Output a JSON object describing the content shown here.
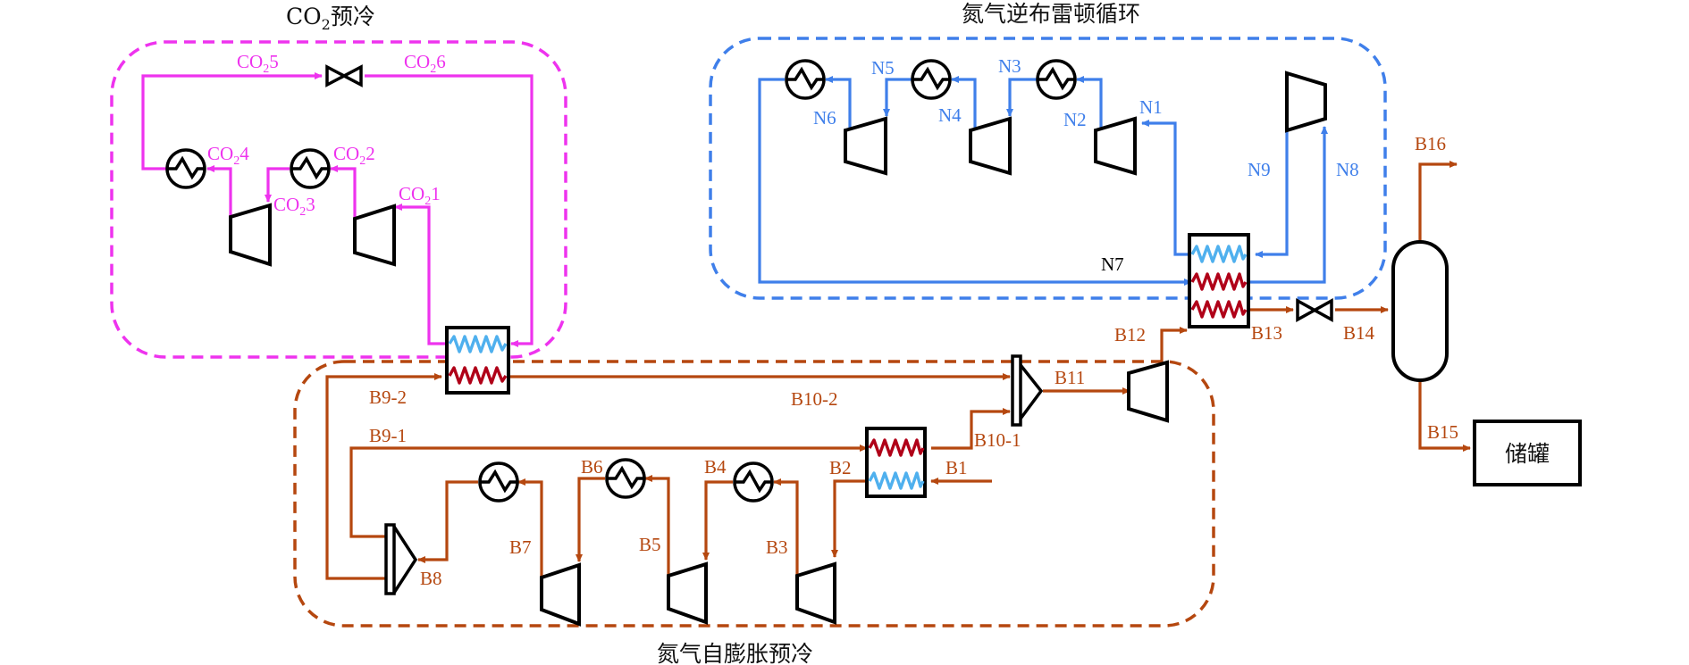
{
  "colors": {
    "co2": "#ee33ee",
    "nitrogen_cycle": "#3f7fea",
    "nitrogen_expansion": "#b5470f",
    "cold_coil": "#4fb0ee",
    "hot_coil": "#b00018",
    "equipment": "#000000"
  },
  "regions": {
    "co2_precooling": {
      "title_prefix": "CO",
      "title_sub": "2",
      "title_suffix": "预冷"
    },
    "nitrogen_reverse_brayton": {
      "title": "氮气逆布雷顿循环"
    },
    "nitrogen_self_expansion": {
      "title": "氮气自膨胀预冷"
    }
  },
  "streams": {
    "co2": [
      {
        "pre": "CO",
        "sub": "2",
        "num": "1"
      },
      {
        "pre": "CO",
        "sub": "2",
        "num": "2"
      },
      {
        "pre": "CO",
        "sub": "2",
        "num": "3"
      },
      {
        "pre": "CO",
        "sub": "2",
        "num": "4"
      },
      {
        "pre": "CO",
        "sub": "2",
        "num": "5"
      },
      {
        "pre": "CO",
        "sub": "2",
        "num": "6"
      }
    ],
    "nitrogen_cycle": [
      "N1",
      "N2",
      "N3",
      "N4",
      "N5",
      "N6",
      "N7",
      "N8",
      "N9"
    ],
    "nitrogen_expansion": [
      "B1",
      "B2",
      "B3",
      "B4",
      "B5",
      "B6",
      "B7",
      "B8",
      "B9-1",
      "B9-2",
      "B10-1",
      "B10-2",
      "B11",
      "B12",
      "B13",
      "B14",
      "B15",
      "B16"
    ]
  },
  "equipment": {
    "storage_tank_label": "储罐"
  }
}
